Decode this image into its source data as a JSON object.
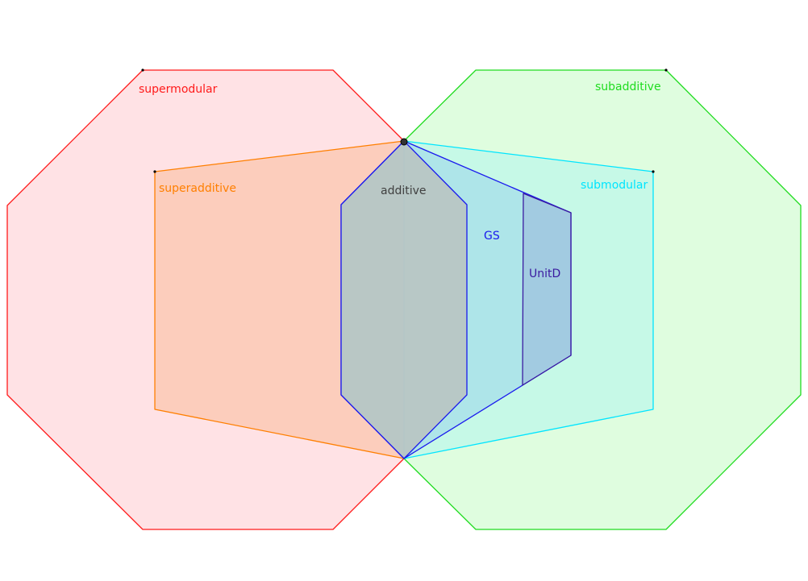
{
  "regions": {
    "supermodular": {
      "label": "supermodular",
      "stroke": "#ff1a1a",
      "fill": "#ffcfd4"
    },
    "subadditive": {
      "label": "subadditive",
      "stroke": "#1fdc1f",
      "fill": "#c9fbc9"
    },
    "superadditive": {
      "label": "superadditive",
      "stroke": "#ff7f00",
      "fill": "#fbc2a6"
    },
    "submodular": {
      "label": "submodular",
      "stroke": "#00e5ff",
      "fill": "#b5f7ec"
    },
    "gs": {
      "label": "GS",
      "stroke": "#1a1aee",
      "fill": "#a6dde9"
    },
    "unitd": {
      "label": "UnitD",
      "stroke": "#3a1aa0",
      "fill": "#9dc1dd"
    },
    "additive": {
      "label": "additive",
      "stroke": "#1a1aee",
      "fill": "#b9c4c2",
      "label_color": "#404040"
    }
  }
}
